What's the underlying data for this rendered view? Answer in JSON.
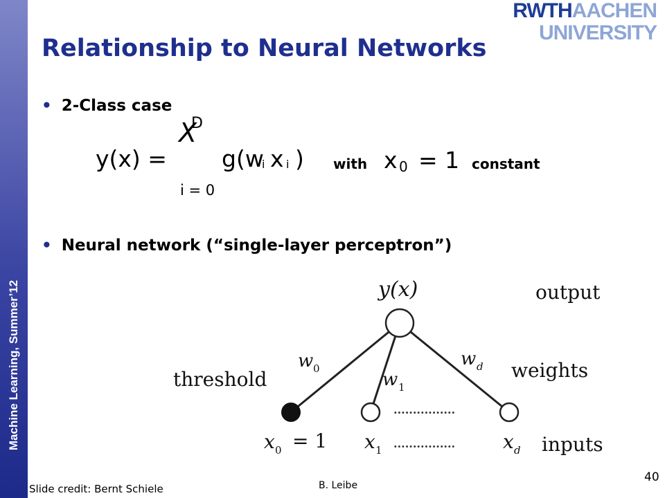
{
  "sidebar": {
    "text": "Machine Learning, Summer’12"
  },
  "logo": {
    "line1a": "RWTH",
    "line1b": "AACHEN",
    "line2": "UNIVERSITY"
  },
  "slide": {
    "title": "Relationship to Neural Networks",
    "bullets": [
      "2-Class case",
      "Neural network (“single-layer perceptron”)"
    ]
  },
  "formula": {
    "lhs": "y(x) =",
    "sum_symbol": "X",
    "sum_upper": "D",
    "sum_lower": "i = 0",
    "body": "g(w",
    "sub_i": "i",
    "body_x": "x",
    "sub_i2": "i",
    "close": ")",
    "with": "with",
    "x0": "x",
    "x0_sub": "0",
    "eq_one": "= 1",
    "constant": "constant"
  },
  "diagram": {
    "output_node_label": "y(x)",
    "output_label": "output",
    "weights_label": "weights",
    "threshold_label": "threshold",
    "inputs_label": "inputs",
    "w0_label": "w",
    "w0_sub": "0",
    "w1_label": "w",
    "w1_sub": "1",
    "wd_label": "w",
    "wd_sub": "d",
    "x0_label": "x",
    "x0_sub": "0",
    "x0_eq": "= 1",
    "x1_label": "x",
    "x1_sub": "1",
    "xd_label": "x",
    "xd_sub": "d",
    "dots": "................"
  },
  "footer": {
    "credit": "Slide credit: Bernt Schiele",
    "author": "B. Leibe",
    "page_number": "40"
  }
}
